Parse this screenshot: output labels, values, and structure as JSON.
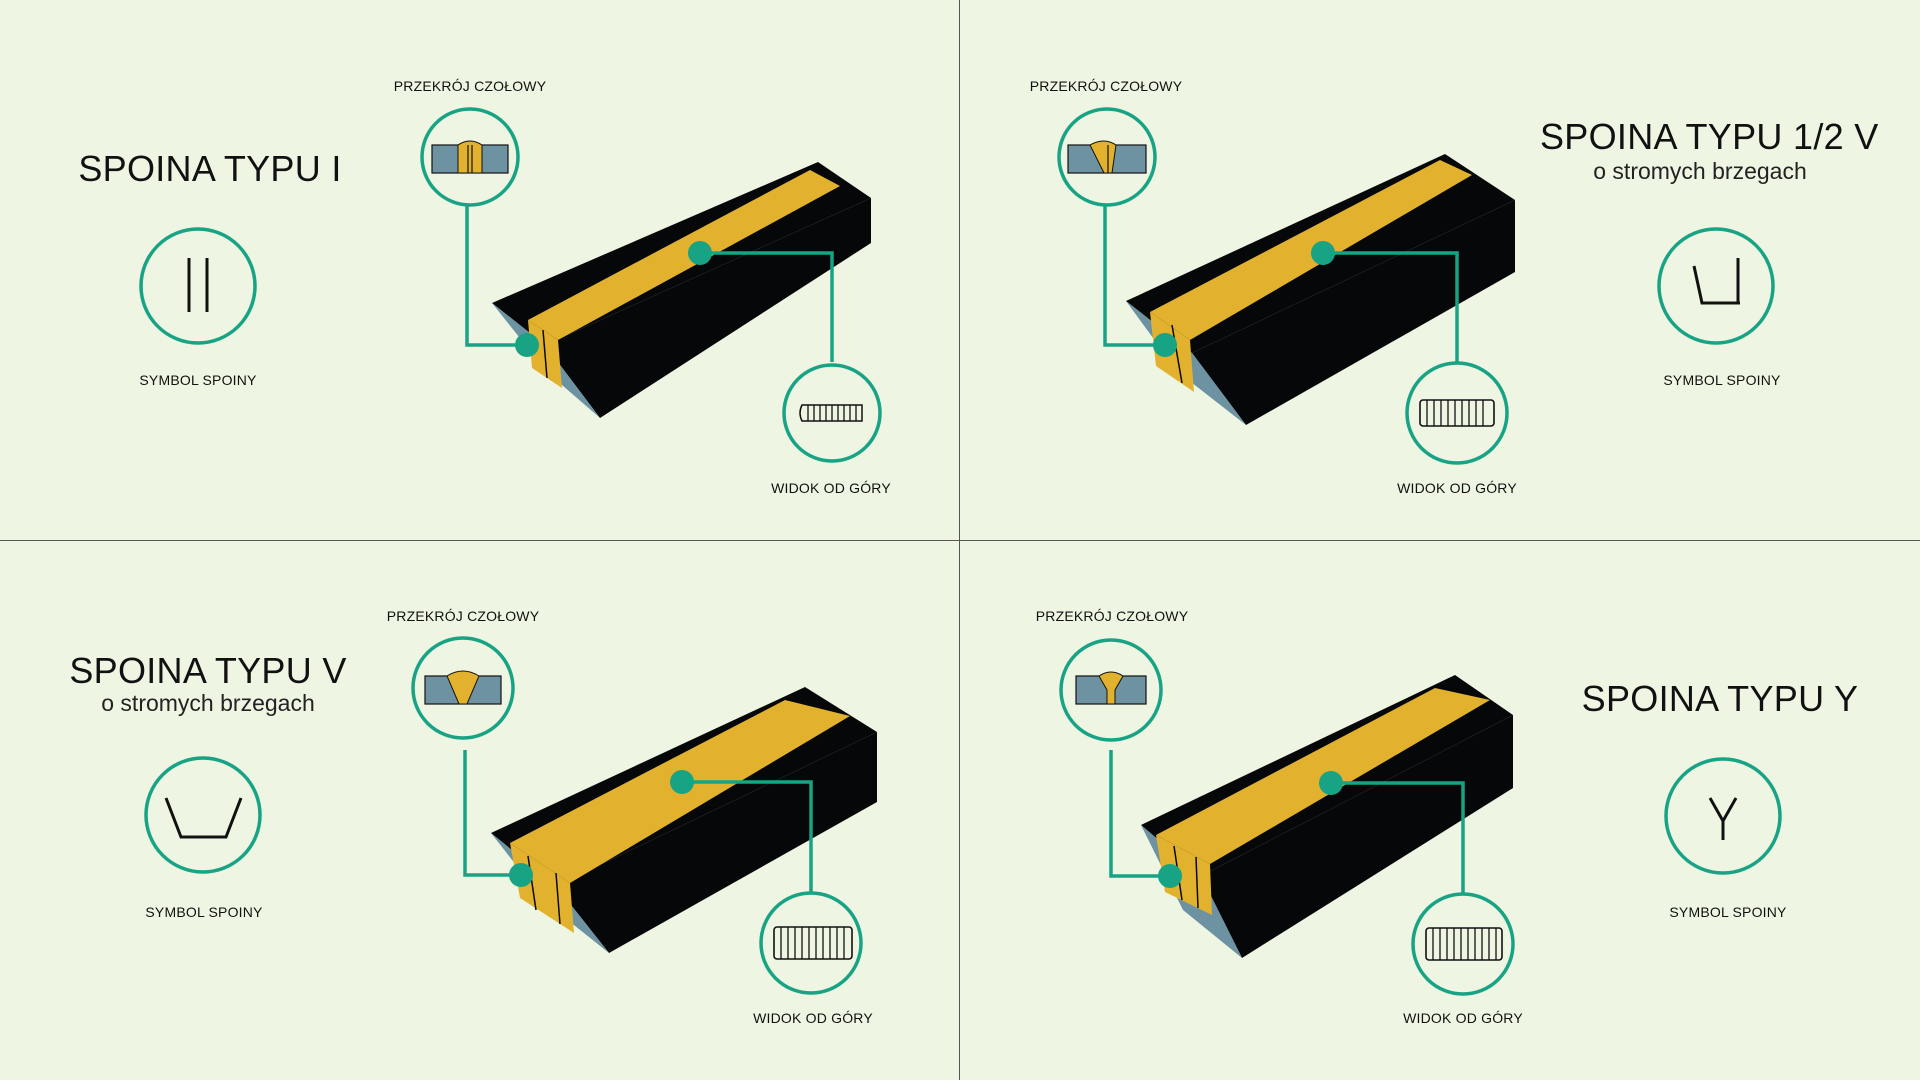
{
  "colors": {
    "background": "#eef6e3",
    "accent": "#17a384",
    "weld": "#e2b22f",
    "plate_face": "#6d93a3",
    "plate_body": "#050708"
  },
  "panels": [
    {
      "id": "type-i",
      "title": "SPOINA TYPU I",
      "subtitle": "",
      "symbol_label": "SYMBOL SPOINY",
      "cross_section_label": "PRZEKRÓJ CZOŁOWY",
      "top_view_label": "WIDOK OD GÓRY",
      "symbol_icon": "double-vertical-lines-icon"
    },
    {
      "id": "type-half-v",
      "title": "SPOINA TYPU 1/2 V",
      "subtitle": "o stromych brzegach",
      "symbol_label": "SYMBOL SPOINY",
      "cross_section_label": "PRZEKRÓJ CZOŁOWY",
      "top_view_label": "WIDOK OD GÓRY",
      "symbol_icon": "half-v-groove-icon"
    },
    {
      "id": "type-v",
      "title": "SPOINA TYPU V",
      "subtitle": "o stromych brzegach",
      "symbol_label": "SYMBOL SPOINY",
      "cross_section_label": "PRZEKRÓJ CZOŁOWY",
      "top_view_label": "WIDOK OD GÓRY",
      "symbol_icon": "v-groove-icon"
    },
    {
      "id": "type-y",
      "title": "SPOINA TYPU Y",
      "subtitle": "",
      "symbol_label": "SYMBOL SPOINY",
      "cross_section_label": "PRZEKRÓJ CZOŁOWY",
      "top_view_label": "WIDOK OD GÓRY",
      "symbol_icon": "y-groove-icon"
    }
  ]
}
